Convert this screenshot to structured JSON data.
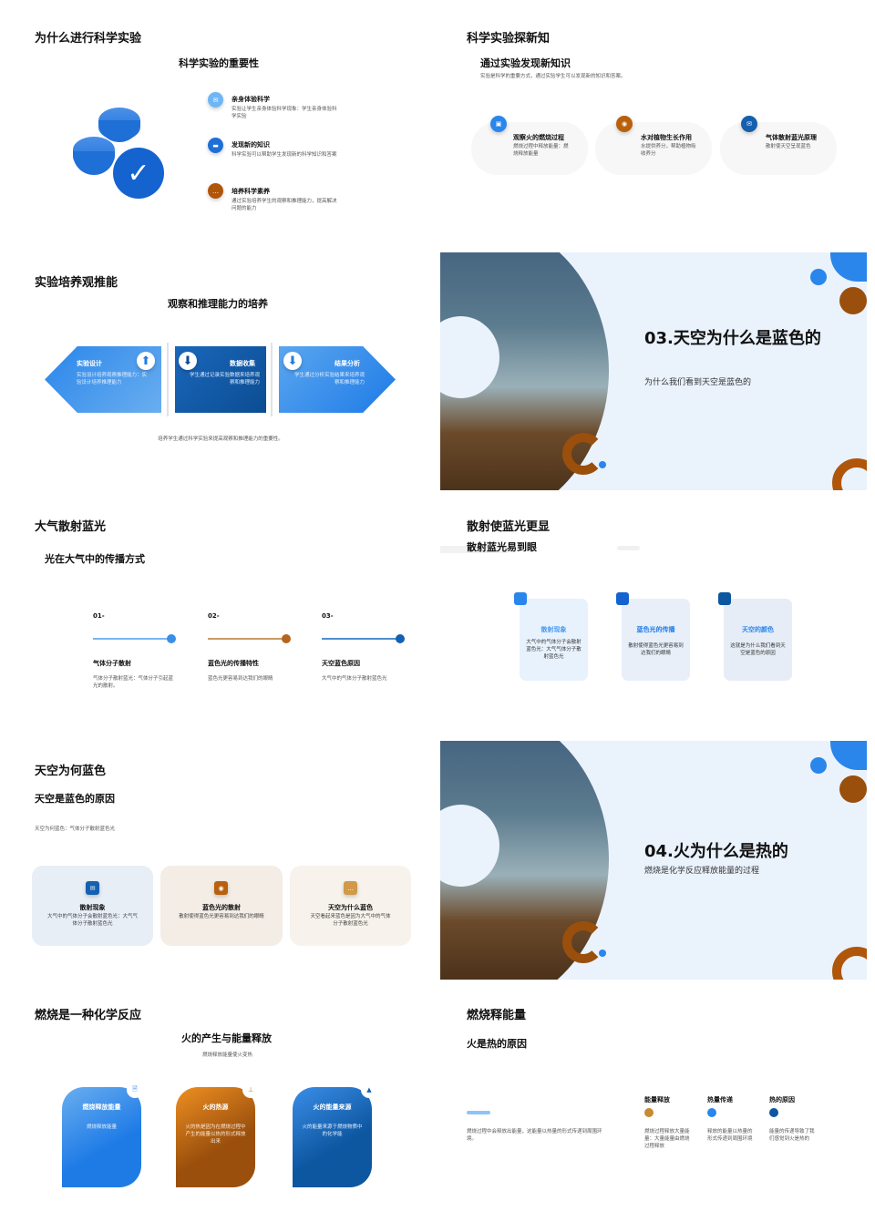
{
  "colors": {
    "blue": "#1e7be6",
    "dark_blue": "#0d56a0",
    "orange": "#c4660d",
    "light_bg": "#eaf2fc"
  },
  "s1": {
    "title": "为什么进行科学实验",
    "subtitle": "科学实验的重要性",
    "items": [
      {
        "icon": "mail-icon",
        "title": "亲身体验科学",
        "desc": "实验让学生亲身体验科学现象：学生亲身体验科学实验"
      },
      {
        "icon": "briefcase-icon",
        "title": "发现新的知识",
        "desc": "科学实验可以帮助学生发现新的科学知识和答案"
      },
      {
        "icon": "chat-icon",
        "title": "培养科学素养",
        "desc": "通过实验培养学生的观察和推理能力，提高解决问题的能力"
      }
    ]
  },
  "s2": {
    "title": "科学实验探新知",
    "subtitle": "通过实验发现新知识",
    "desc": "实验是科学的重要方式，通过实验学生可以发现新的知识和答案。",
    "cards": [
      {
        "icon": "image-icon",
        "title": "观察火的燃烧过程",
        "desc": "燃烧过程中释放能量：燃烧释放能量"
      },
      {
        "icon": "target-icon",
        "title": "水对植物生长作用",
        "desc": "水提供养分，帮助植物吸收养分"
      },
      {
        "icon": "mail-icon",
        "title": "气体散射蓝光原理",
        "desc": "散射使天空呈现蓝色"
      }
    ]
  },
  "s3": {
    "title": "实验培养观推能",
    "subtitle": "观察和推理能力的培养",
    "footer": "培养学生通过科学实验来提高观察和推理能力的重要性。",
    "steps": [
      {
        "icon": "arrow-up-icon",
        "title": "实验设计",
        "desc": "实验设计培养观察推理能力：实验设计培养推理能力"
      },
      {
        "icon": "arrow-down-icon",
        "title": "数据收集",
        "desc": "学生通过记录实验数据来培养观察和推理能力"
      },
      {
        "icon": "arrow-down-icon",
        "title": "结果分析",
        "desc": "学生通过分析实验结果来培养观察和推理能力"
      }
    ]
  },
  "s4": {
    "title": "03.天空为什么是蓝色的",
    "subtitle": "为什么我们看到天空是蓝色的"
  },
  "s5": {
    "title": "大气散射蓝光",
    "subtitle": "光在大气中的传播方式",
    "steps": [
      {
        "num": "01-",
        "title": "气体分子散射",
        "desc": "气体分子散射蓝光：气体分子引起蓝光的散射。",
        "color": "#3a8ee8"
      },
      {
        "num": "02-",
        "title": "蓝色光的传播特性",
        "desc": "蓝色光更容易到达我们的眼睛",
        "color": "#b5651d"
      },
      {
        "num": "03-",
        "title": "天空蓝色原因",
        "desc": "大气中的气体分子散射蓝色光",
        "color": "#1560b0"
      }
    ]
  },
  "s6": {
    "title": "散射使蓝光更显",
    "subtitle": "散射蓝光易到眼",
    "cards": [
      {
        "title": "散射现象",
        "desc": "大气中的气体分子会散射蓝色光：大气气体分子散射蓝色光"
      },
      {
        "title": "蓝色光的传播",
        "desc": "散射使得蓝色光更容易到达我们的眼睛"
      },
      {
        "title": "天空的颜色",
        "desc": "这就是为什么我们看到天空是蓝色的原因"
      }
    ]
  },
  "s7": {
    "title": "天空为何蓝色",
    "subtitle": "天空是蓝色的原因",
    "desc": "天空为何蓝色：气体分子散射蓝色光",
    "cards": [
      {
        "icon": "mail-icon",
        "title": "散射现象",
        "desc": "大气中的气体分子会散射蓝色光：大气气体分子散射蓝色光"
      },
      {
        "icon": "target-icon",
        "title": "蓝色光的散射",
        "desc": "散射使得蓝色光更容易到达我们的眼睛"
      },
      {
        "icon": "chat-icon",
        "title": "天空为什么蓝色",
        "desc": "天空看起来蓝色是因为大气中的气体分子散射蓝色光"
      }
    ]
  },
  "s8": {
    "title": "04.火为什么是热的",
    "subtitle": "燃烧是化学反应释放能量的过程"
  },
  "s9": {
    "title": "燃烧是一种化学反应",
    "subtitle": "火的产生与能量释放",
    "desc": "燃烧释放能量使火变热",
    "cards": [
      {
        "icon": "document-icon",
        "title": "燃烧释放能量",
        "desc": "燃烧释放能量"
      },
      {
        "icon": "hierarchy-icon",
        "title": "火的热源",
        "desc": "火的热是因为在燃烧过程中产生的能量以热的形式释放出来"
      },
      {
        "icon": "image-icon",
        "title": "火的能量来源",
        "desc": "火的能量来源于燃烧物质中的化学能"
      }
    ]
  },
  "s10": {
    "title": "燃烧释能量",
    "subtitle": "火是热的原因",
    "desc": "燃烧过程中会释放出能量，这能量以热量的形式传递到周围环境。",
    "cols": [
      {
        "title": "能量释放",
        "desc": "燃烧过程释放大量能量：大量能量由燃烧过程释放",
        "color": "#c88a30"
      },
      {
        "title": "热量传递",
        "desc": "释放的能量以热量的形式传递到周围环境",
        "color": "#2a86ea"
      },
      {
        "title": "热的原因",
        "desc": "能量的传递导致了我们感觉到火是热的",
        "color": "#0d56a0"
      }
    ]
  }
}
